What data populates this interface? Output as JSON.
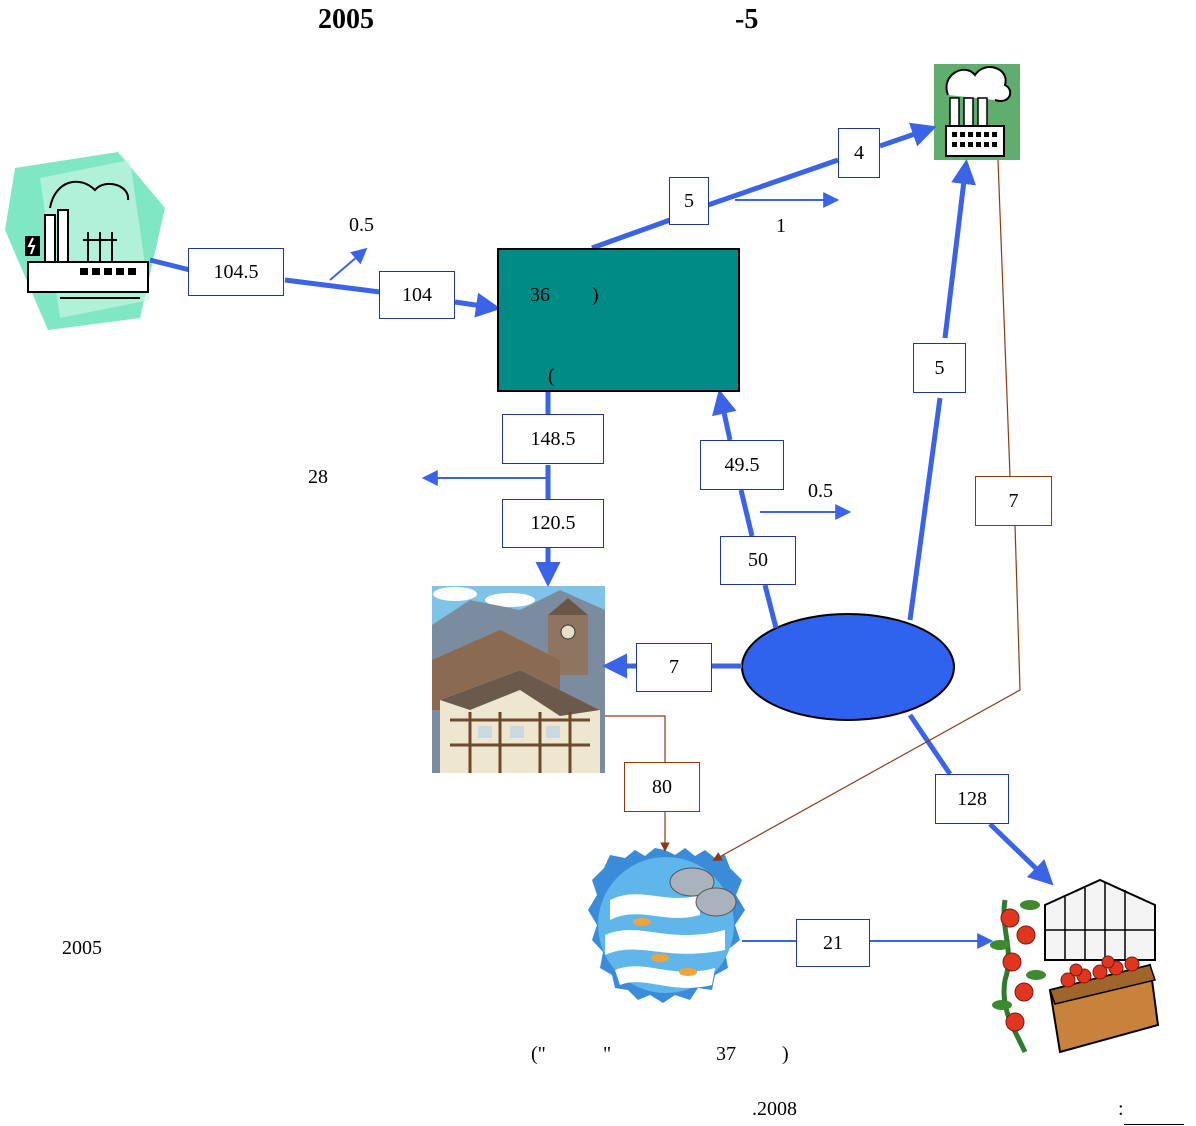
{
  "header": {
    "year": "2005",
    "figure_number": "-5"
  },
  "flows": {
    "plant_out": "104.5",
    "plant_loss": "0.5",
    "to_reservoir": "104",
    "reservoir_to_industry_a": "5",
    "reservoir_to_industry_b": "4",
    "industry_loss": "1",
    "reservoir_out": "148.5",
    "side_loss": "28",
    "to_city": "120.5",
    "upstream": "49.5",
    "upstream_loss": "0.5",
    "lake_up": "50",
    "lake_to_industry": "5",
    "industry_to_waste": "7",
    "lake_to_city": "7",
    "city_to_waste": "80",
    "lake_to_agri": "128",
    "waste_to_agri": "21"
  },
  "reservoir": {
    "value": "36",
    "paren_close": ")",
    "paren_open": "("
  },
  "notes": {
    "left_year": "2005",
    "caption_quote_open": "(\"",
    "caption_quote_close": "\"",
    "caption_number": "37",
    "caption_paren": ")"
  },
  "footer": {
    "year": ".2008",
    "colon": ":"
  },
  "colors": {
    "flow": "#3b63e8",
    "return": "#8b3a16",
    "reservoir": "#008b86",
    "lake": "#2f63ee"
  },
  "icons": [
    "power-plant-icon",
    "dam-photo-icon",
    "factory-icon",
    "city-icon",
    "water-outfall-icon",
    "greenhouse-icon"
  ]
}
